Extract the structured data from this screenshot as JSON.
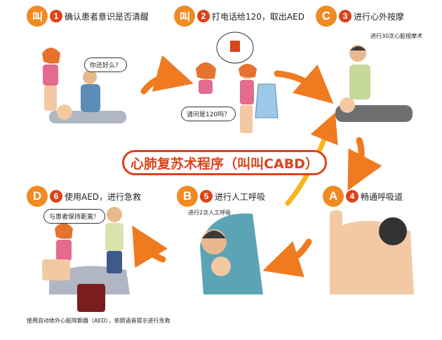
{
  "steps": [
    {
      "id": "step-1",
      "letter": "叫",
      "num": "1",
      "text": "确认患者意识是否清醒",
      "bubble": "你还好么？"
    },
    {
      "id": "step-2",
      "letter": "叫",
      "num": "2",
      "text": "打电话给120，取出AED",
      "bubble": "请问是120吗？"
    },
    {
      "id": "step-3",
      "letter": "C",
      "num": "3",
      "text": "进行心外按摩",
      "note": "进行30次心脏按摩术"
    },
    {
      "id": "step-4",
      "letter": "A",
      "num": "4",
      "text": "畅通呼吸道"
    },
    {
      "id": "step-5",
      "letter": "B",
      "num": "5",
      "text": "进行人工呼吸",
      "note": "进行2次人工呼吸"
    },
    {
      "id": "step-6",
      "letter": "D",
      "num": "6",
      "text": "使用AED，进行急救",
      "bubble": "与患者保持距离！",
      "note": "使用自动体外心脏除颤器（AED），依照语音提示进行急救"
    }
  ],
  "center_title": "心肺复苏术程序（叫叫CABD）",
  "colors": {
    "orange": "#f08a24",
    "red": "#d9441a",
    "arrow": "#f07a20"
  }
}
